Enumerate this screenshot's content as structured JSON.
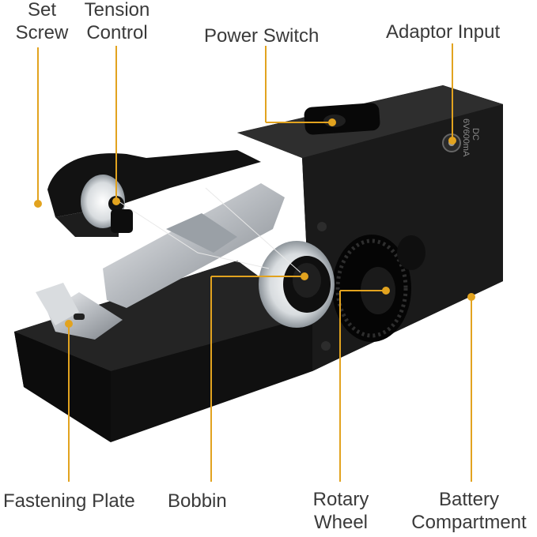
{
  "labels": {
    "set_screw": [
      "Set",
      "Screw"
    ],
    "tension_control": [
      "Tension",
      "Control"
    ],
    "power_switch": "Power Switch",
    "adaptor_input": "Adaptor Input",
    "fastening_plate": "Fastening Plate",
    "bobbin": "Bobbin",
    "rotary_wheel": [
      "Rotary",
      "Wheel"
    ],
    "battery_compartment": [
      "Battery",
      "Compartment"
    ]
  },
  "device_marking": [
    "DC",
    "6V600mA"
  ],
  "colors": {
    "leader": "#e2a31f",
    "body": "#141414",
    "metal": "#c9ccd0",
    "text": "#3a3a3a"
  }
}
